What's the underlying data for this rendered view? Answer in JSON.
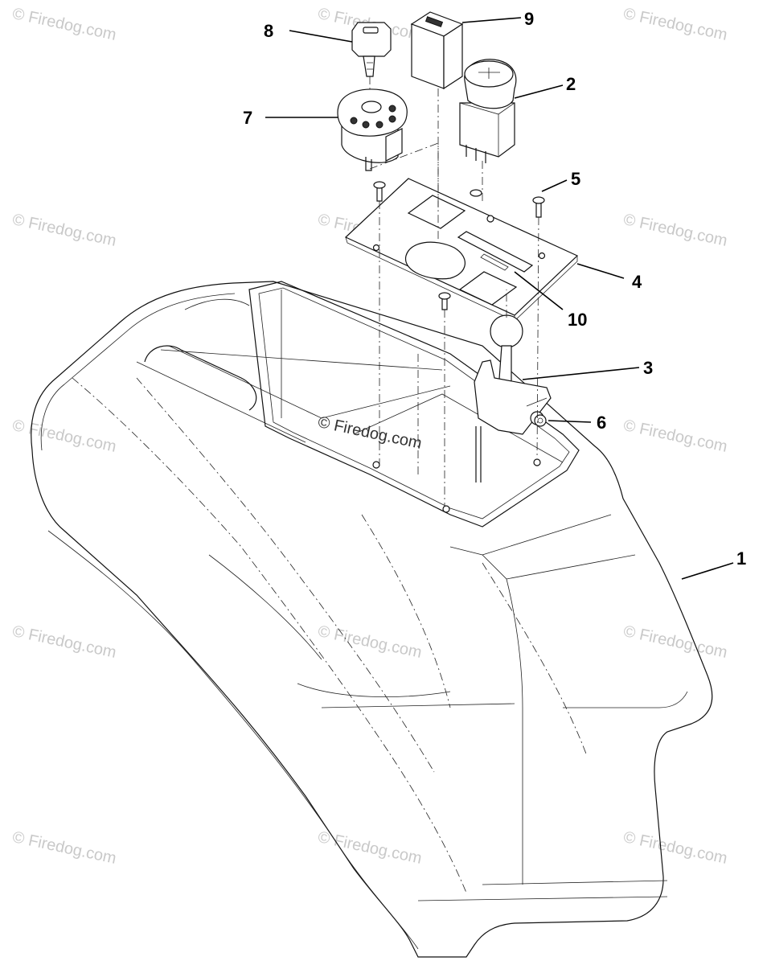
{
  "watermark": {
    "text": "© Firedog.com"
  },
  "callouts": [
    {
      "id": "1",
      "label": "1"
    },
    {
      "id": "2",
      "label": "2"
    },
    {
      "id": "3",
      "label": "3"
    },
    {
      "id": "4",
      "label": "4"
    },
    {
      "id": "5",
      "label": "5"
    },
    {
      "id": "6",
      "label": "6"
    },
    {
      "id": "7",
      "label": "7"
    },
    {
      "id": "8",
      "label": "8"
    },
    {
      "id": "9",
      "label": "9"
    },
    {
      "id": "10",
      "label": "10"
    }
  ],
  "colors": {
    "line": "#111111",
    "watermark": "#c9c9c9",
    "background": "#ffffff"
  }
}
